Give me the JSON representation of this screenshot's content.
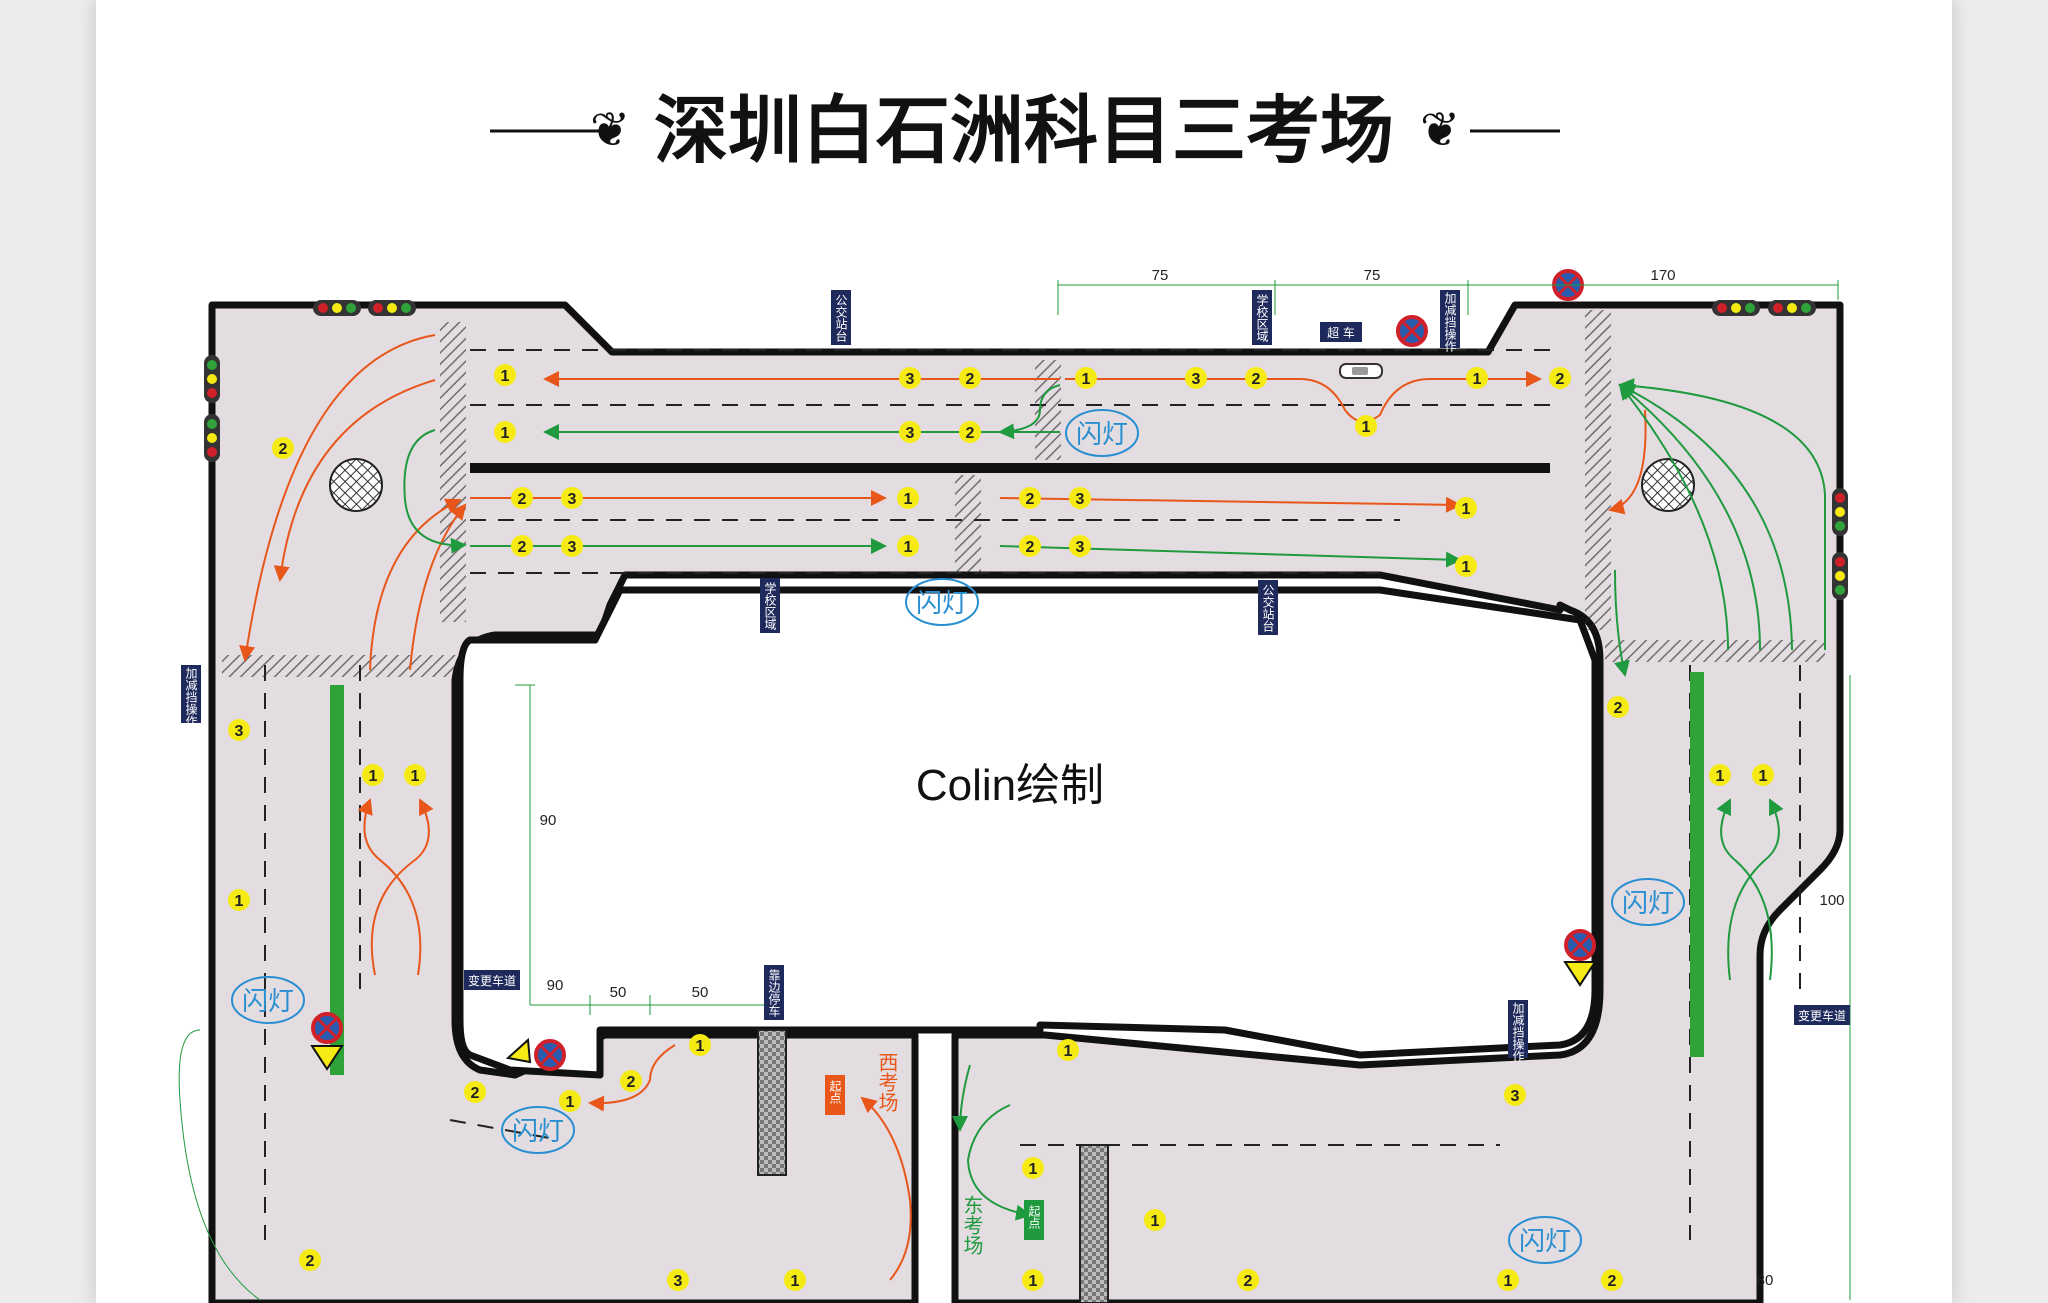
{
  "title": "深圳白石洲科目三考场",
  "credit": "Colin绘制",
  "colors": {
    "road": "#e3dde1",
    "border": "#111111",
    "orange_route": "#e8561a",
    "green_route": "#1f9a3e",
    "sign_bg": "#1f2a5c",
    "flash": "#2a8fd0",
    "badge": "#f5ea14",
    "stop": "#d0202a",
    "green_strip": "#2fa33a"
  },
  "dimensions": [
    "75",
    "75",
    "170",
    "90",
    "90",
    "50",
    "50",
    "100",
    "80"
  ],
  "signs": {
    "bus_stop_north": "公交站台",
    "school_zone_north": "学校区域",
    "gear_ops_north": "加减挡操作",
    "overtake": "超 车",
    "school_zone_south": "学校区域",
    "bus_stop_south": "公交站台",
    "gear_ops_west": "加减挡操作",
    "lane_change_west": "变更车道",
    "pull_over": "靠边停车",
    "gear_ops_east": "加减挡操作",
    "lane_change_east": "变更车道"
  },
  "flash_labels": [
    "闪灯",
    "闪灯",
    "闪灯",
    "闪灯",
    "闪灯",
    "闪灯"
  ],
  "start_labels": [
    "起点",
    "起点"
  ],
  "area_labels": {
    "west": "西考场",
    "east": "东考场"
  },
  "route_numbers": {
    "north_top": [
      "1",
      "3",
      "2",
      "1",
      "3",
      "2",
      "1",
      "2",
      "1"
    ],
    "north_second": [
      "1",
      "3",
      "2"
    ],
    "middle_upper": [
      "2",
      "3",
      "1",
      "2",
      "3",
      "1"
    ],
    "middle_lower": [
      "2",
      "3",
      "1",
      "2",
      "3",
      "1"
    ],
    "west": [
      "2",
      "3",
      "1",
      "1",
      "1"
    ],
    "east": [
      "2",
      "1",
      "1"
    ],
    "south_west": [
      "1",
      "2",
      "1",
      "2",
      "2",
      "3",
      "1"
    ],
    "south_east": [
      "1",
      "3",
      "1",
      "1",
      "1",
      "2",
      "1",
      "2"
    ]
  }
}
